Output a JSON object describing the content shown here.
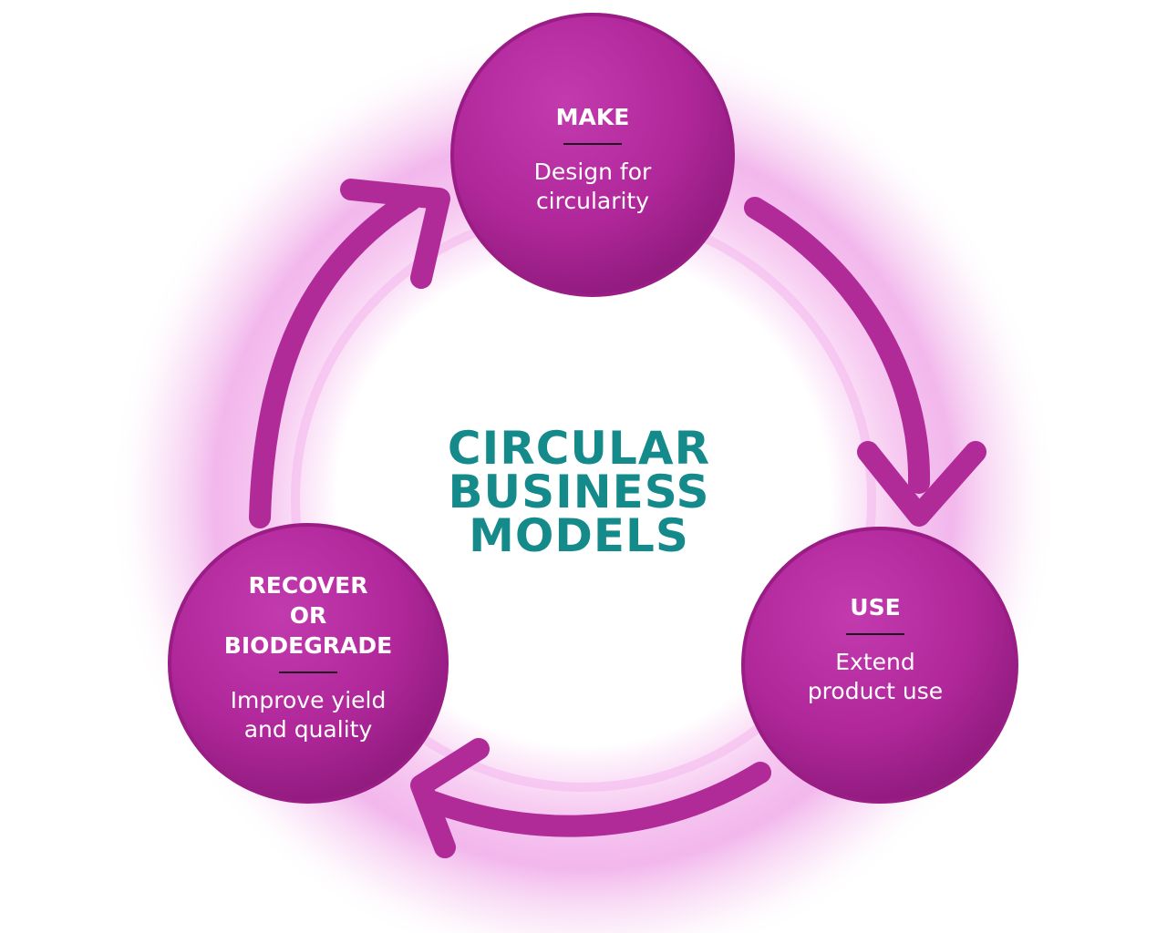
{
  "center": {
    "line1": "CIRCULAR",
    "line2": "BUSINESS",
    "line3": "MODELS"
  },
  "nodes": {
    "make": {
      "title": "MAKE",
      "desc_line1": "Design for",
      "desc_line2": "circularity"
    },
    "use": {
      "title": "USE",
      "desc_line1": "Extend",
      "desc_line2": "product use"
    },
    "recover": {
      "title_line1": "RECOVER",
      "title_line2": "OR",
      "title_line3": "BIODEGRADE",
      "desc_line1": "Improve yield",
      "desc_line2": "and quality"
    }
  },
  "colors": {
    "node_fill": "#b0279a",
    "arrow": "#b02a98",
    "center_text": "#148a8a",
    "glow": "#e78be0"
  }
}
